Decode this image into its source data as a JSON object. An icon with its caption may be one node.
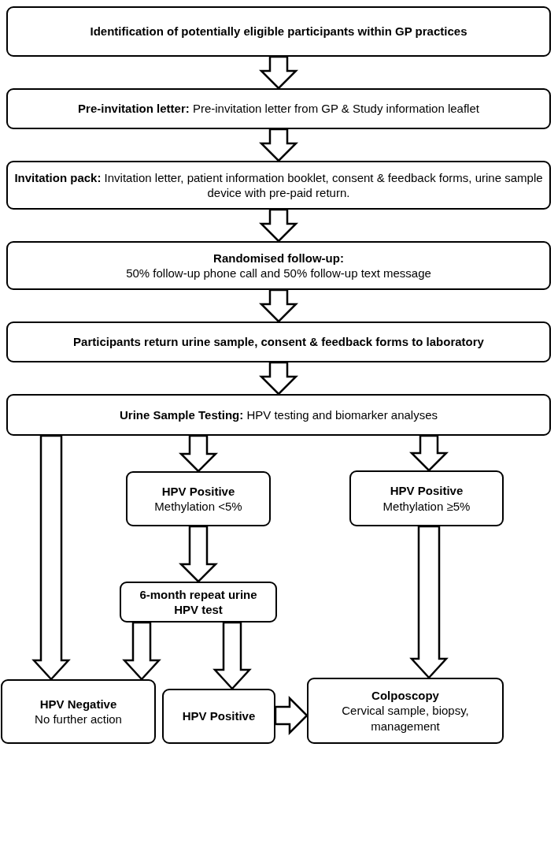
{
  "diagram": {
    "nodes": [
      {
        "text": [
          "Identification of potentially eligible participants within GP practices"
        ]
      },
      {
        "text": [
          "**Pre-invitation letter:** Pre-invitation letter from GP & Study information leaflet"
        ]
      },
      {
        "text": [
          "**Invitation pack:** Invitation letter, patient information booklet, consent & feedback forms, urine sample device with pre-paid return."
        ]
      },
      {
        "text": [
          "Randomised follow-up:",
          "50% follow-up phone call and 50% follow-up text message"
        ]
      },
      {
        "text": [
          "Participants return urine sample, consent & feedback forms to laboratory"
        ]
      },
      {
        "text": [
          "**Urine Sample Testing:** HPV testing and biomarker analyses"
        ]
      },
      {
        "text": [
          "HPV Positive",
          "Methylation <5%"
        ]
      },
      {
        "text": [
          "HPV Positive",
          "Methylation ≥5%"
        ]
      },
      {
        "text": [
          "6-month repeat urine HPV test"
        ]
      },
      {
        "text": [
          "HPV Negative",
          "No further action"
        ]
      },
      {
        "text": [
          "HPV Positive"
        ]
      },
      {
        "text": [
          "Colposcopy",
          "Cervical sample, biopsy, management"
        ]
      }
    ],
    "edges": [
      {
        "from": 0,
        "to": 1,
        "arrow": "to"
      },
      {
        "from": 1,
        "to": 2,
        "arrow": "to"
      },
      {
        "from": 2,
        "to": 3,
        "arrow": "to"
      },
      {
        "from": 3,
        "to": 4,
        "arrow": "to"
      },
      {
        "from": 4,
        "to": 5,
        "arrow": "to"
      },
      {
        "from": 5,
        "to": 9,
        "arrow": "to"
      },
      {
        "from": 5,
        "to": 6,
        "arrow": "to"
      },
      {
        "from": 5,
        "to": 7,
        "arrow": "to"
      },
      {
        "from": 6,
        "to": 8,
        "arrow": "to"
      },
      {
        "from": 8,
        "to": 9,
        "arrow": "to"
      },
      {
        "from": 8,
        "to": 10,
        "arrow": "to"
      },
      {
        "from": 7,
        "to": 11,
        "arrow": "to"
      },
      {
        "from": 10,
        "to": 11,
        "arrow": "to"
      }
    ]
  }
}
